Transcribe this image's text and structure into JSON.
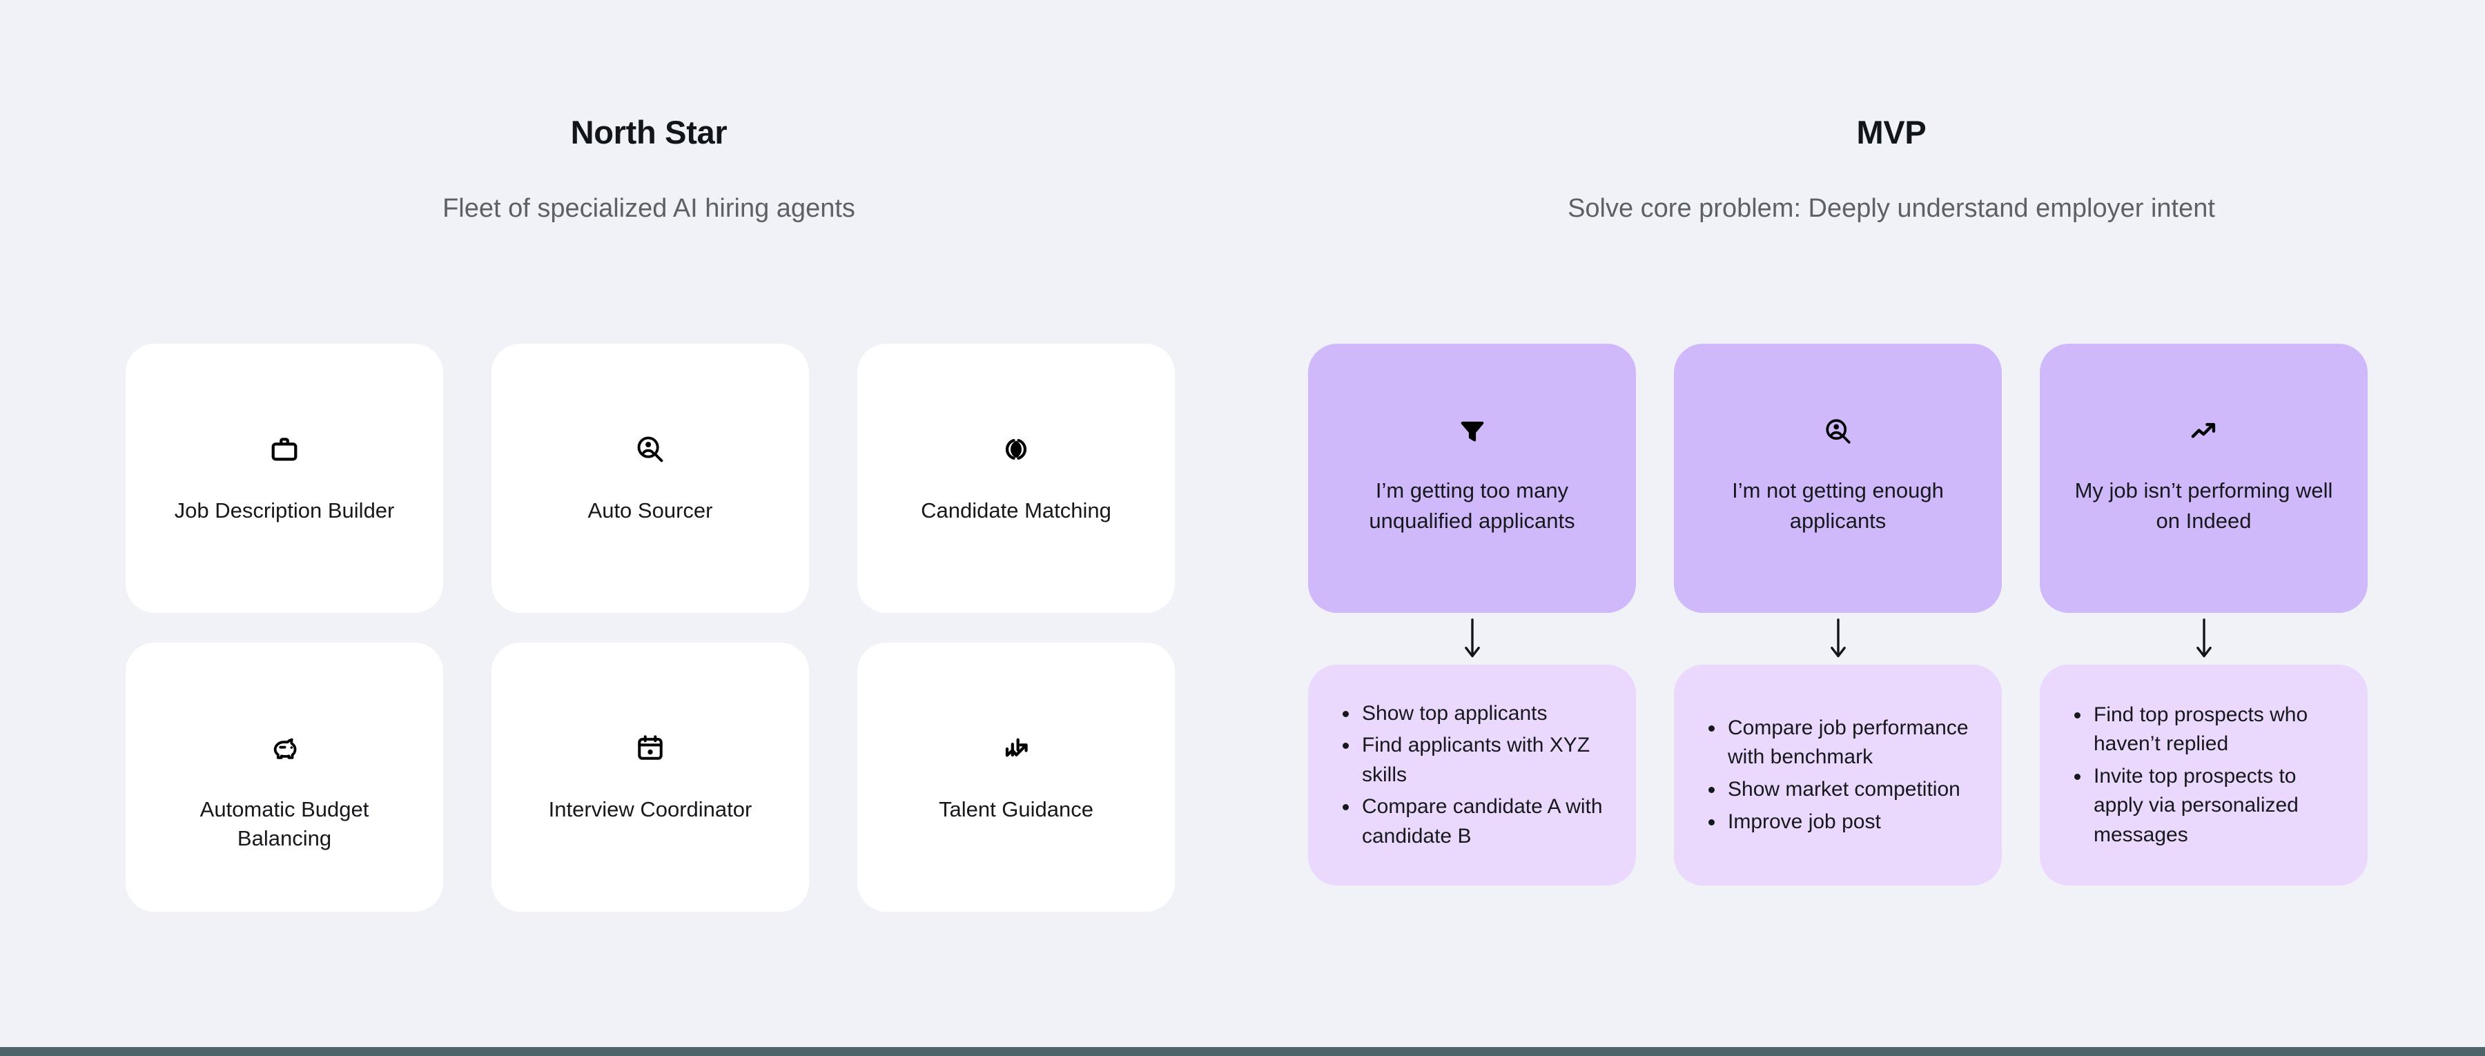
{
  "page": {
    "background_color": "#f1f2f7",
    "bottom_bar_color": "#4d646b"
  },
  "columns": {
    "north_star": {
      "title": "North Star",
      "subtitle": "Fleet of specialized AI hiring agents",
      "cards": [
        {
          "icon": "briefcase-icon",
          "label": "Job Description Builder"
        },
        {
          "icon": "person-search-icon",
          "label": "Auto Sourcer"
        },
        {
          "icon": "venn-overlap-icon",
          "label": "Candidate Matching"
        },
        {
          "icon": "piggy-bank-icon",
          "label": "Automatic Budget Balancing"
        },
        {
          "icon": "calendar-event-icon",
          "label": "Interview Coordinator"
        },
        {
          "icon": "bar-chart-trend-up-icon",
          "label": "Talent Guidance"
        }
      ],
      "card_color": "#ffffff",
      "text_color": "#16181d"
    },
    "mvp": {
      "title": "MVP",
      "subtitle": "Solve core problem: Deeply understand employer intent",
      "problem_card_color": "#cfb9fb",
      "action_card_color": "#ead9fd",
      "arrow_icon": "arrow-down-icon",
      "flows": [
        {
          "icon": "funnel-filter-icon",
          "problem": "I’m getting too many unqualified applicants",
          "actions": [
            "Show top applicants",
            "Find applicants with XYZ skills",
            "Compare candidate A with candidate B"
          ]
        },
        {
          "icon": "person-search-icon",
          "problem": "I’m not getting enough applicants",
          "actions": [
            "Compare job performance with benchmark",
            "Show market competition",
            "Improve job post"
          ]
        },
        {
          "icon": "trend-up-arrow-icon",
          "problem": "My job isn’t performing well on Indeed",
          "actions": [
            "Find top prospects who haven’t replied",
            "Invite top prospects to apply via personalized messages"
          ]
        }
      ]
    }
  }
}
